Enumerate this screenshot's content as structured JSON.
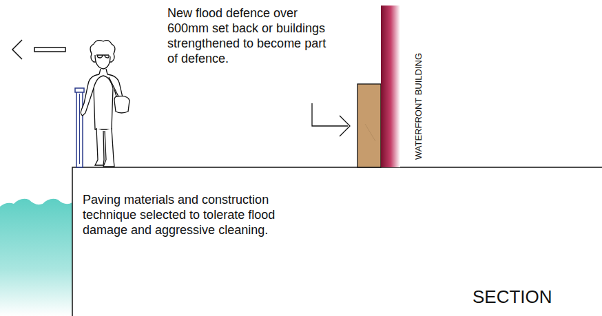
{
  "diagram": {
    "labels": [
      "New flood defence over 600mm set back or buildings strengthened to become part of defence.",
      "WATERFRONT BUILDING",
      "Paving materials and construction technique selected to tolerate flood damage and aggressive cleaning.",
      "SECTION"
    ]
  }
}
